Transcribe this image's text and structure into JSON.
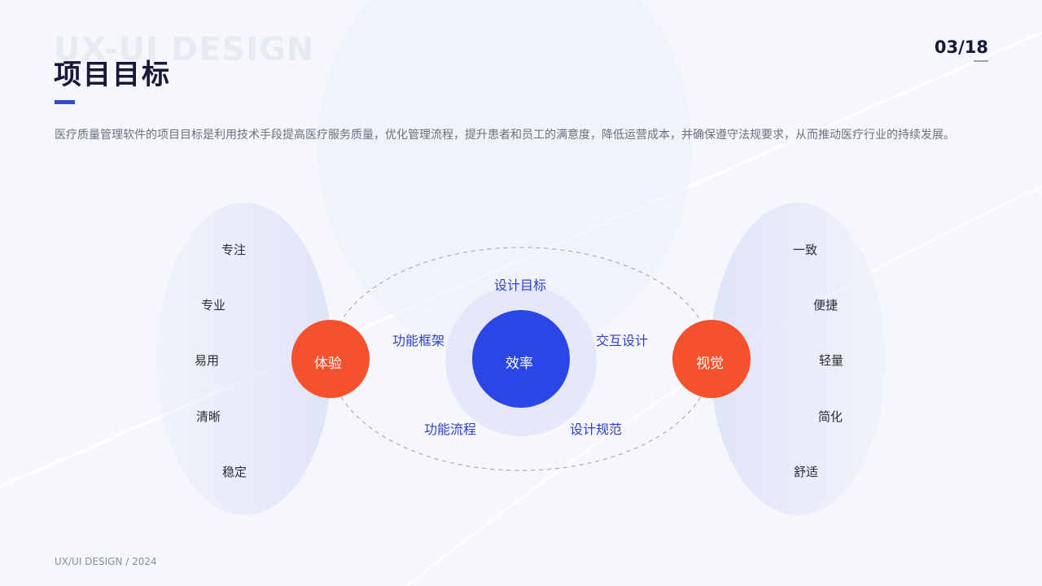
{
  "watermark": "UX-UI DESIGN",
  "title": "项目目标",
  "page_number": "03/18",
  "description": "医疗质量管理软件的项目目标是利用技术手段提高医疗服务质量，优化管理流程，提升患者和员工的满意度，降低运营成本，并确保遵守法规要求，从而推动医疗行业的持续发展。",
  "left_group": {
    "circle_label": "体验",
    "words": [
      "专注",
      "专业",
      "易用",
      "清晰",
      "稳定"
    ]
  },
  "right_group": {
    "circle_label": "视觉",
    "words": [
      "一致",
      "便捷",
      "轻量",
      "简化",
      "舒适"
    ]
  },
  "center": {
    "circle_label": "效率",
    "top_label": "设计目标",
    "upper_left_label": "功能框架",
    "upper_right_label": "交互设计",
    "lower_left_label": "功能流程",
    "lower_right_label": "设计规范"
  },
  "footer": "UX/UI DESIGN / 2024",
  "colors": {
    "accent_blue": "#2f4ae0",
    "center_circle": "#2b46e6",
    "side_circle": "#f4512c",
    "title_text": "#15183a",
    "label_blue": "#2d3fc2"
  }
}
